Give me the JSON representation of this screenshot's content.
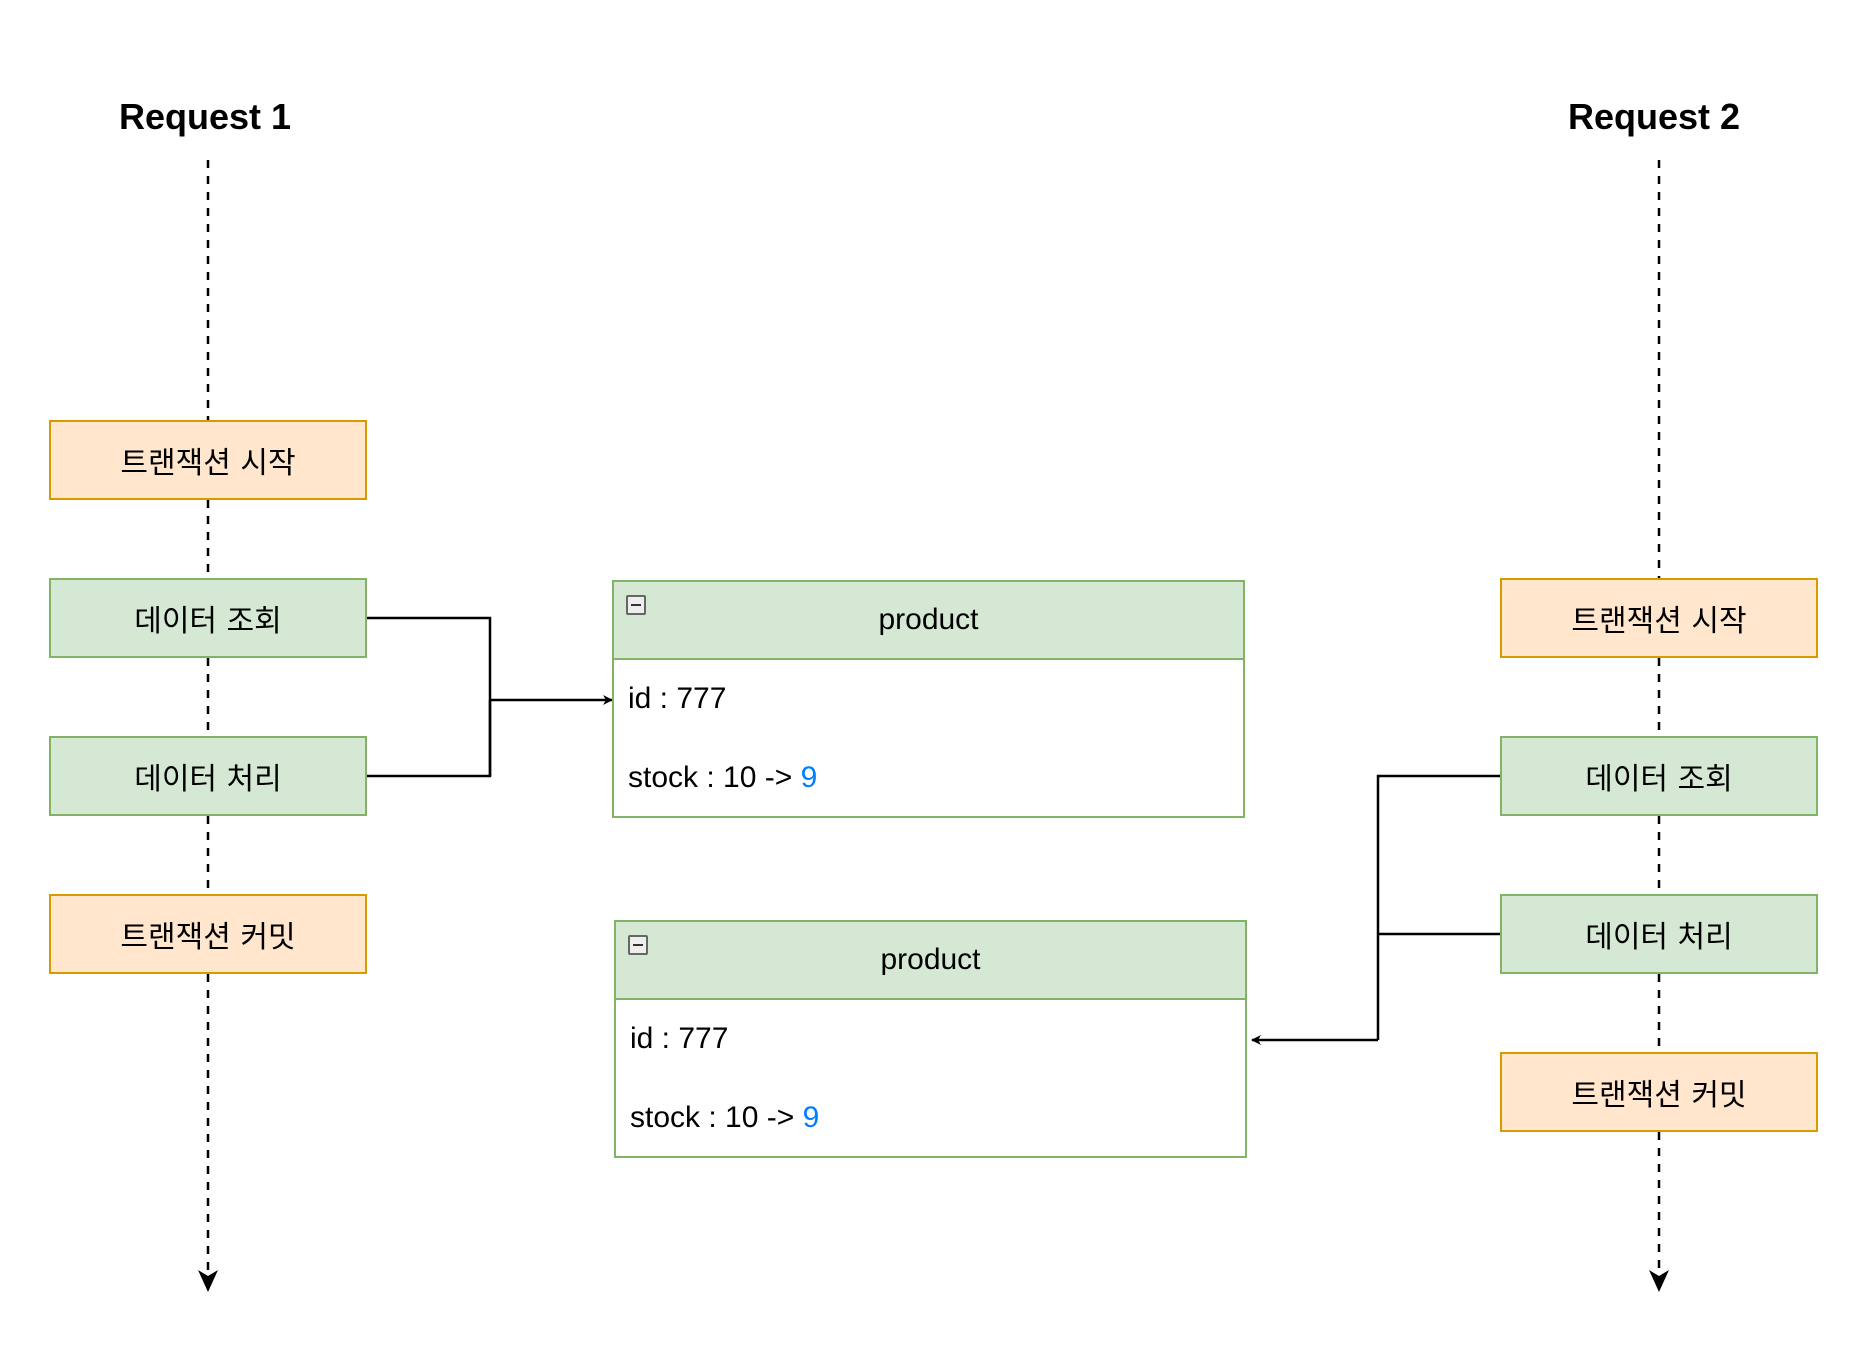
{
  "lanes": {
    "request1": {
      "title": "Request 1",
      "steps": [
        "트랜잭션 시작",
        "데이터 조회",
        "데이터 처리",
        "트랜잭션 커밋"
      ]
    },
    "request2": {
      "title": "Request 2",
      "steps": [
        "트랜잭션 시작",
        "데이터 조회",
        "데이터 처리",
        "트랜잭션 커밋"
      ]
    }
  },
  "entities": [
    {
      "name": "product",
      "id_field": "id : 777",
      "stock_prefix": "stock : 10 -> ",
      "stock_new": "9"
    },
    {
      "name": "product",
      "id_field": "id : 777",
      "stock_prefix": "stock : 10 -> ",
      "stock_new": "9"
    }
  ],
  "colors": {
    "transaction_fill": "#ffe6cc",
    "transaction_stroke": "#d79b00",
    "data_fill": "#d5e8d4",
    "data_stroke": "#82b366",
    "highlight_value": "#007fff"
  },
  "icons": {
    "entity_collapse": "minus-square-icon",
    "connector_head": "arrowhead-icon"
  }
}
